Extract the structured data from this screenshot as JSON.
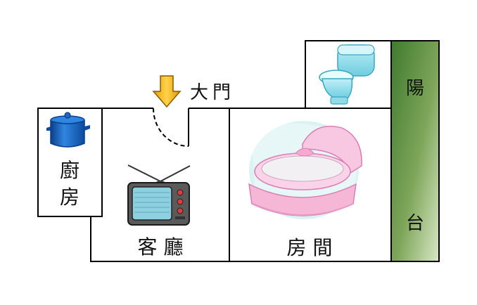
{
  "labels": {
    "entrance": "大門",
    "kitchen": [
      "廚",
      "房"
    ],
    "living_room": "客 廳",
    "bedroom": "房 間",
    "balcony": [
      "陽",
      "台"
    ]
  },
  "icons": {
    "entrance": "down-arrow-icon",
    "kitchen": "cooking-pot-icon",
    "living_room": "television-icon",
    "bedroom": "baby-cradle-icon",
    "bathroom": "toilet-icon"
  },
  "colors": {
    "wall": "#000000",
    "arrow": "#f0b400",
    "balcony_dark": "#3f7a2e",
    "balcony_light": "#c8dcb0",
    "pot": "#1f66c4",
    "tv_screen": "#8fd0e0",
    "cradle": "#f6b6d6"
  }
}
